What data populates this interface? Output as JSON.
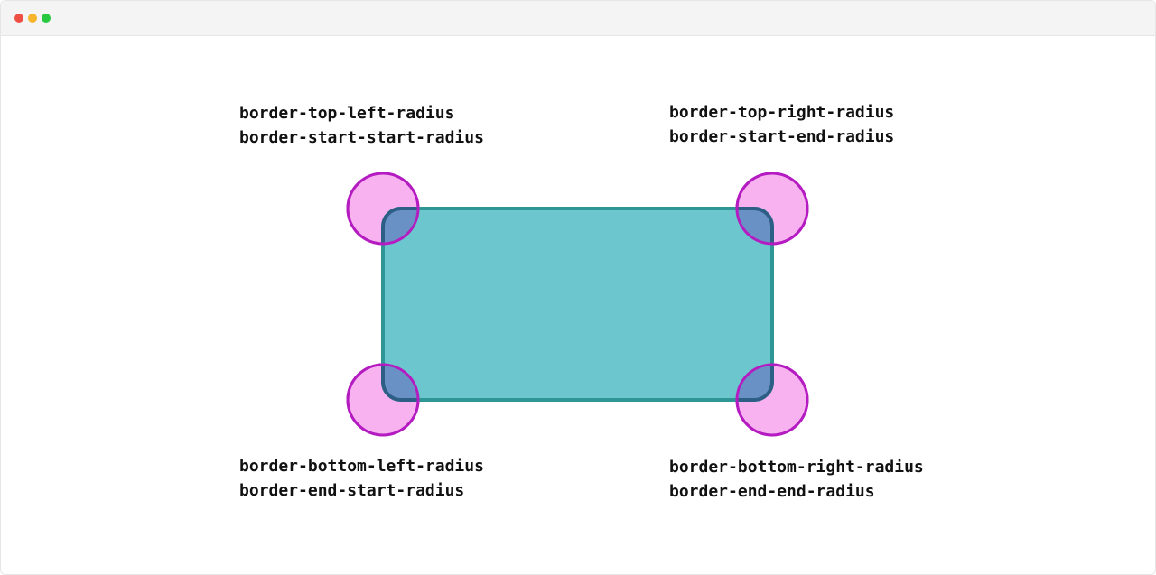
{
  "window": {
    "controls": [
      {
        "name": "close",
        "color": "#ee4f45"
      },
      {
        "name": "minimize",
        "color": "#f6b52b"
      },
      {
        "name": "maximize",
        "color": "#28c840"
      }
    ]
  },
  "diagram": {
    "box_fill": "#6bc7cd",
    "box_stroke": "#2e9694",
    "circle_fill": "#f8b2f0",
    "circle_stroke": "#b41cc2",
    "overlap_fill": "#6991c6",
    "overlap_stroke": "#2d5e85",
    "corners": {
      "top_left": {
        "physical": "border-top-left-radius",
        "logical": "border-start-start-radius"
      },
      "top_right": {
        "physical": "border-top-right-radius",
        "logical": "border-start-end-radius"
      },
      "bottom_left": {
        "physical": "border-bottom-left-radius",
        "logical": "border-end-start-radius"
      },
      "bottom_right": {
        "physical": "border-bottom-right-radius",
        "logical": "border-end-end-radius"
      }
    }
  }
}
